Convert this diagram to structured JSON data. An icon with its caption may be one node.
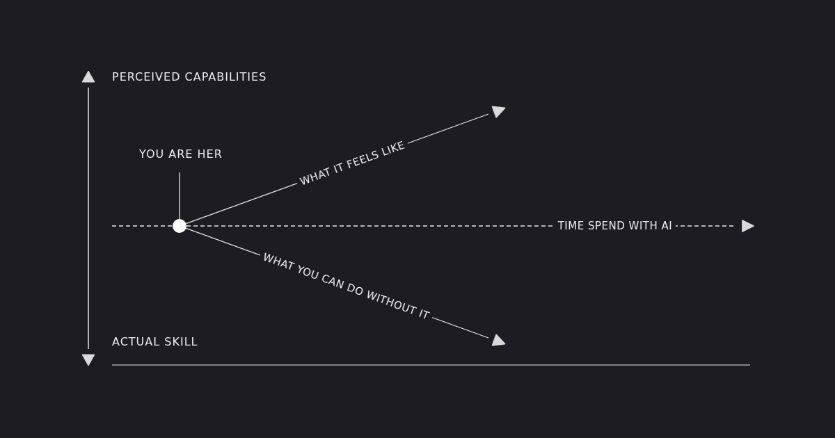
{
  "diagram": {
    "nodes": [
      {
        "text": [
          "YOU ARE HER"
        ]
      },
      {
        "text": [],
        "shape": "circle"
      }
    ],
    "edges": [
      {
        "from": 0,
        "to": 1,
        "arrow": "none"
      },
      {
        "from": 1,
        "to": null,
        "arrow": "to",
        "label": "WHAT IT FEELS LIKE"
      },
      {
        "from": 1,
        "to": null,
        "arrow": "to",
        "label": "WHAT YOU CAN DO WITHOUT IT"
      },
      {
        "from": null,
        "to": 1,
        "arrow": "none",
        "style": "dashed"
      },
      {
        "from": 1,
        "to": null,
        "arrow": "to",
        "style": "dashed",
        "label": "TIME SPEND WITH AI"
      }
    ],
    "labels": [
      "PERCEIVED CAPABILITIES",
      "ACTUAL SKILL"
    ]
  }
}
